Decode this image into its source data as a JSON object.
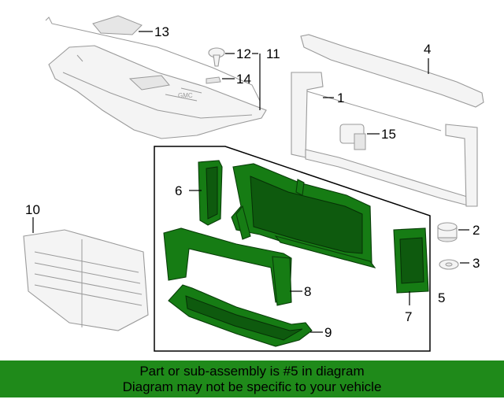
{
  "callouts": {
    "c1": "1",
    "c2": "2",
    "c3": "3",
    "c4": "4",
    "c5": "5",
    "c6": "6",
    "c7": "7",
    "c8": "8",
    "c9": "9",
    "c10": "10",
    "c11": "11",
    "c12": "12",
    "c13": "13",
    "c14": "14",
    "c15": "15"
  },
  "banner": {
    "line1": "Part or sub-assembly is #5 in diagram",
    "line2": "Diagram may not be specific to your vehicle"
  },
  "colors": {
    "highlight": "#167c14",
    "banner": "#1f8a1a",
    "ghost": "#9a9a9a"
  }
}
